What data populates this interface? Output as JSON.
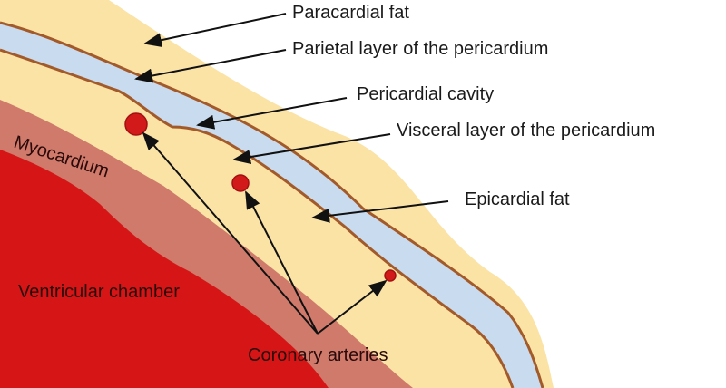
{
  "labels": {
    "paracardial_fat": "Paracardial fat",
    "parietal_layer": "Parietal layer of the pericardium",
    "pericardial_cavity": "Pericardial cavity",
    "visceral_layer": "Visceral layer of the pericardium",
    "epicardial_fat": "Epicardial fat",
    "myocardium": "Myocardium",
    "ventricular_chamber": "Ventricular chamber",
    "coronary_arteries": "Coronary arteries"
  },
  "colors": {
    "fat": "#fbe3a6",
    "cavity": "#c9dcef",
    "membrane": "#a35a2a",
    "myocardium": "#cf7a6a",
    "chamber": "#d61616",
    "artery": "#d31a1a"
  }
}
